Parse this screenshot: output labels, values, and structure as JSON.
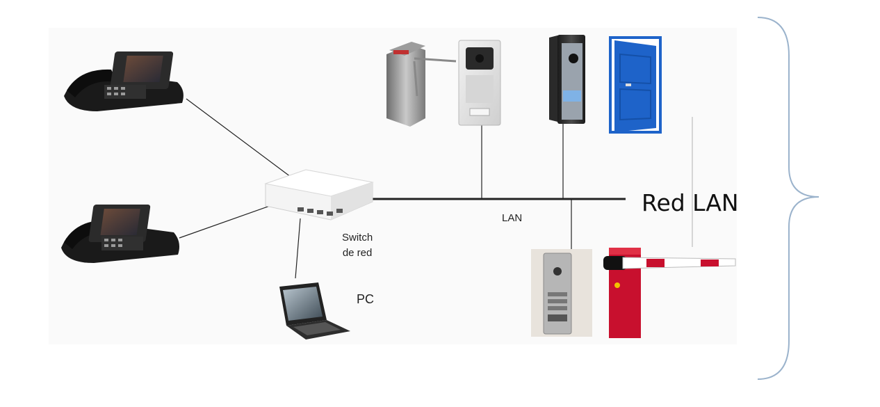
{
  "labels": {
    "switch_line1": "Switch",
    "switch_line2": "de red",
    "lan": "LAN",
    "pc": "PC",
    "red_lan": "Red LAN"
  },
  "devices": [
    "ip-video-phone",
    "ip-video-phone",
    "network-switch",
    "laptop-pc",
    "turnstile",
    "intercom-panel",
    "intercom-panel",
    "door",
    "intercom-panel",
    "barrier-gate"
  ],
  "colors": {
    "brace": "#9bb3cc",
    "door": "#1e63c9",
    "barrier": "#c8102e",
    "lines": "#222222"
  }
}
